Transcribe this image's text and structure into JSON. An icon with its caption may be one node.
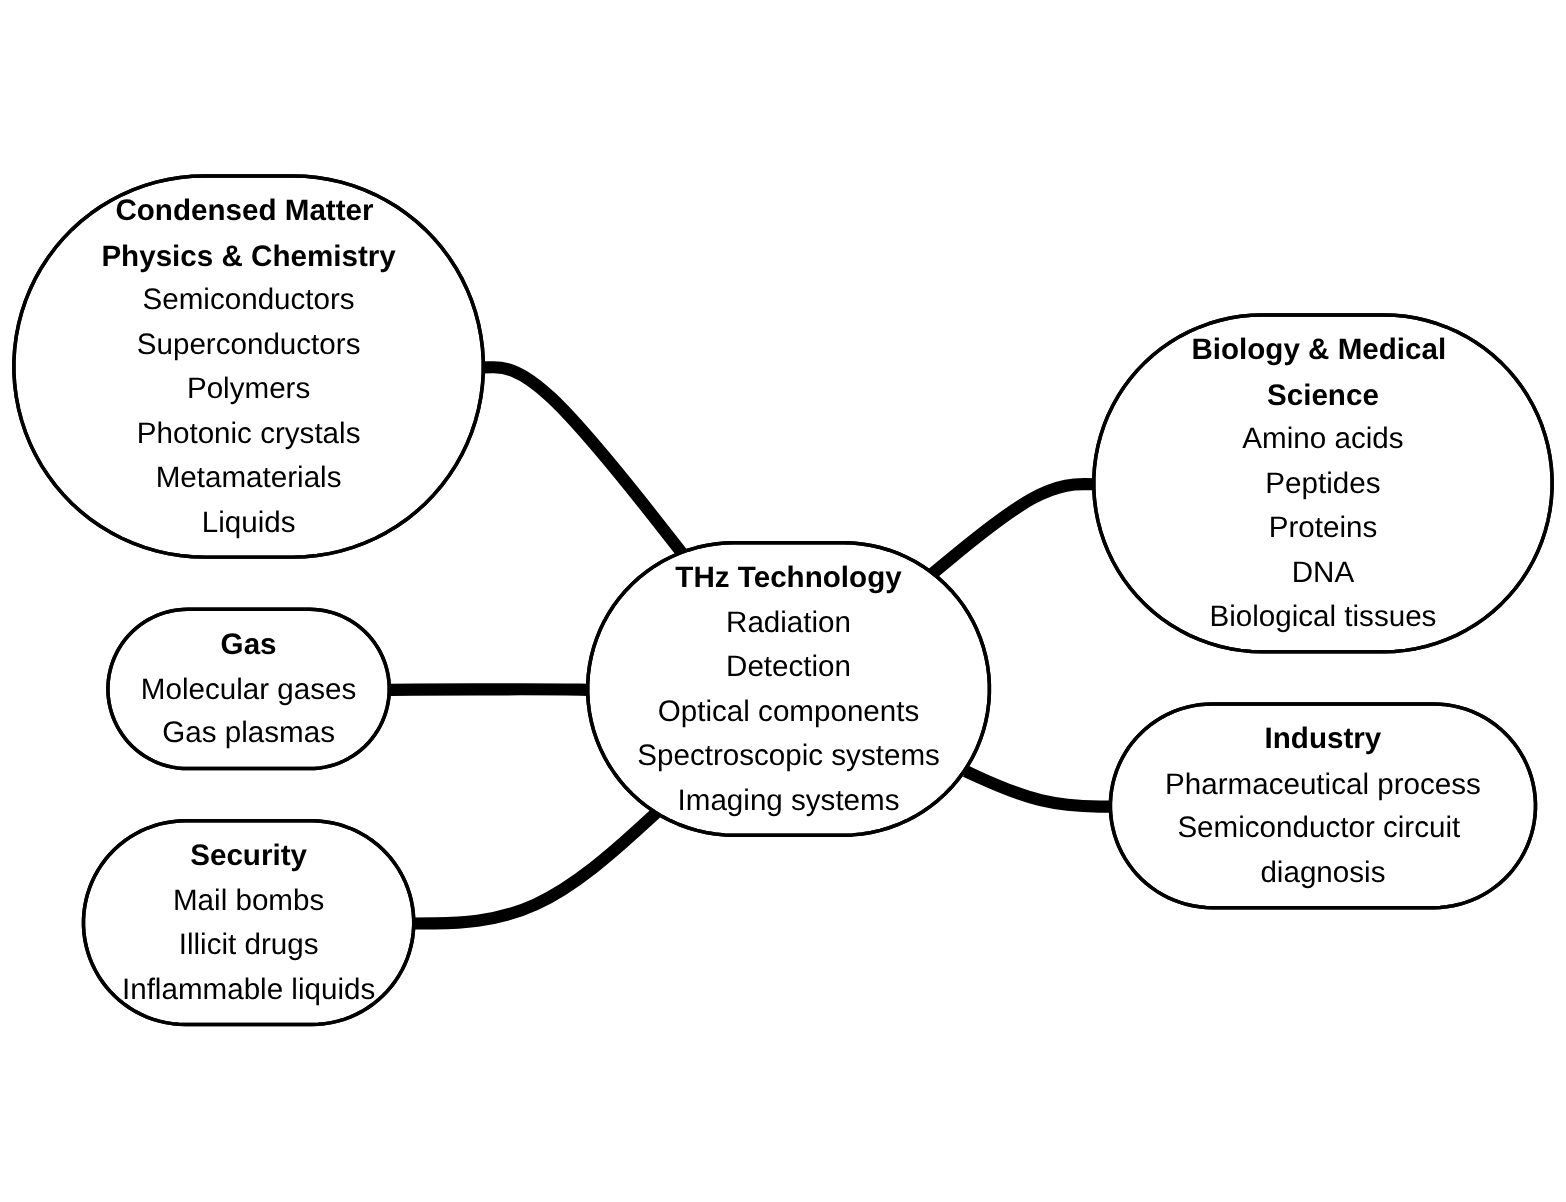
{
  "diagram": {
    "nodes": [
      {
        "text": [
          "THz Technology",
          "Radiation",
          "Detection",
          "Optical components",
          "Spectroscopic systems",
          "Imaging systems"
        ]
      },
      {
        "text": [
          "Condensed Matter Physics & Chemistry",
          "Semiconductors",
          "Superconductors",
          "Polymers",
          "Photonic crystals",
          "Metamaterials",
          "Liquids"
        ]
      },
      {
        "text": [
          "Biology & Medical Science",
          "Amino acids",
          "Peptides",
          "Proteins",
          "DNA",
          "Biological tissues"
        ]
      },
      {
        "text": [
          "Gas",
          "Molecular gases",
          "Gas plasmas"
        ]
      },
      {
        "text": [
          "Security",
          "Mail bombs",
          "Illicit drugs",
          "Inflammable liquids"
        ]
      },
      {
        "text": [
          "Industry",
          "Pharmaceutical process",
          "Semiconductor circuit diagnosis"
        ]
      }
    ],
    "edges": [
      {
        "from": 1,
        "to": 0,
        "arrow": "none"
      },
      {
        "from": 3,
        "to": 0,
        "arrow": "none"
      },
      {
        "from": 4,
        "to": 0,
        "arrow": "none"
      },
      {
        "from": 0,
        "to": 2,
        "arrow": "none"
      },
      {
        "from": 0,
        "to": 5,
        "arrow": "none"
      }
    ]
  }
}
